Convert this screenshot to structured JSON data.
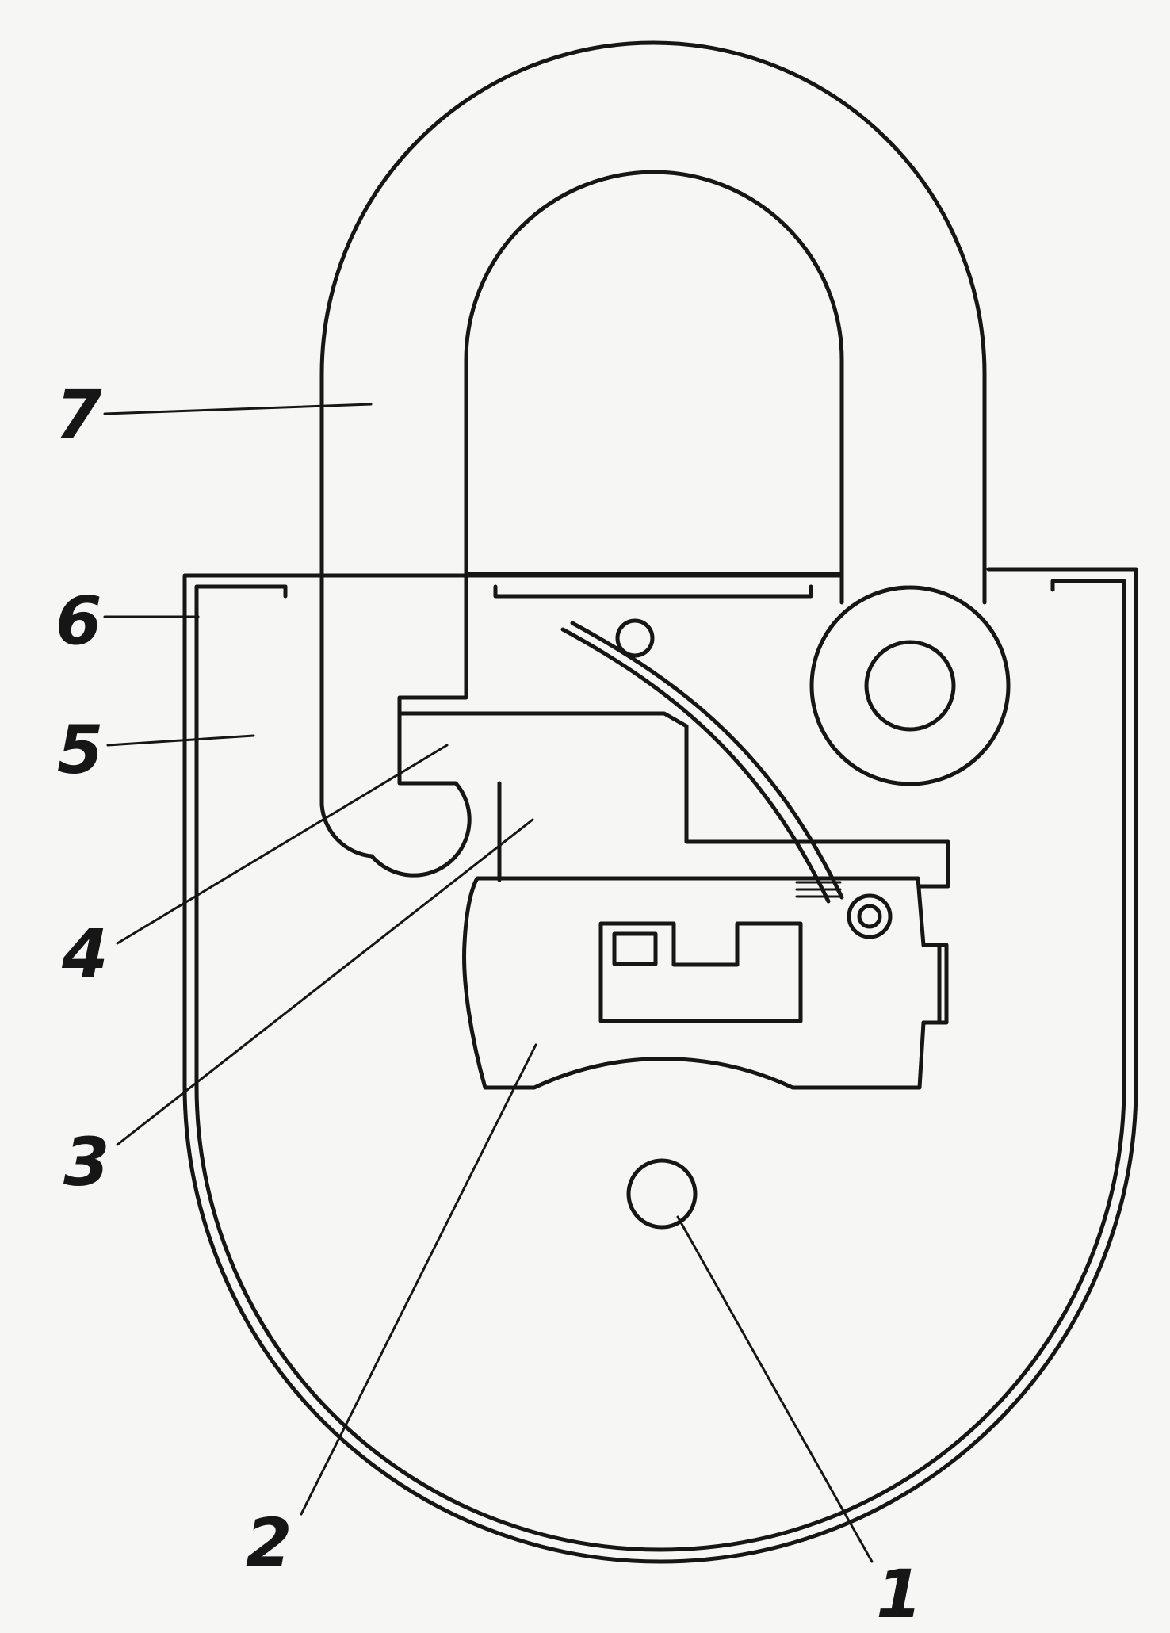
{
  "diagram": {
    "callouts": [
      {
        "id": "1",
        "label": "1"
      },
      {
        "id": "2",
        "label": "2"
      },
      {
        "id": "3",
        "label": "3"
      },
      {
        "id": "4",
        "label": "4"
      },
      {
        "id": "5",
        "label": "5"
      },
      {
        "id": "6",
        "label": "6"
      },
      {
        "id": "7",
        "label": "7"
      }
    ]
  },
  "colors": {
    "ink": "#161616",
    "paper": "#f6f6f4"
  }
}
